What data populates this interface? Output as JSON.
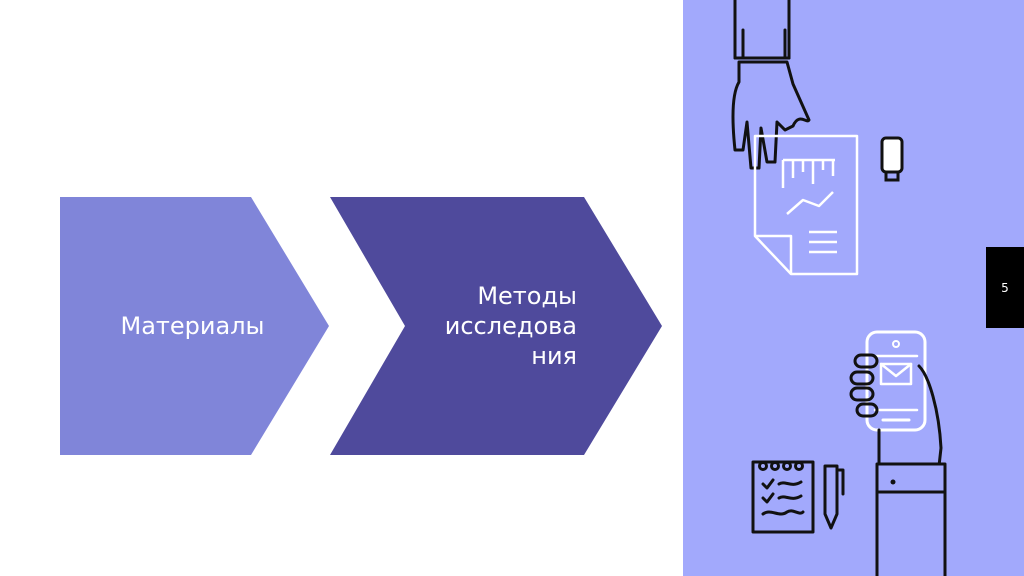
{
  "slide": {
    "number": "5",
    "steps": [
      {
        "label": "Материалы",
        "color": "#8085d9"
      },
      {
        "label": "Методы исследова ния",
        "color": "#4f4a9c"
      }
    ]
  },
  "colors": {
    "panel_bg": "#a2a9fc",
    "page_badge_bg": "#000000",
    "icon_stroke": "#111111",
    "icon_stroke_light": "#ffffff"
  },
  "icons": [
    "hand-with-document-icon",
    "usb-drive-icon",
    "hand-with-phone-icon",
    "notepad-icon",
    "pen-icon"
  ]
}
